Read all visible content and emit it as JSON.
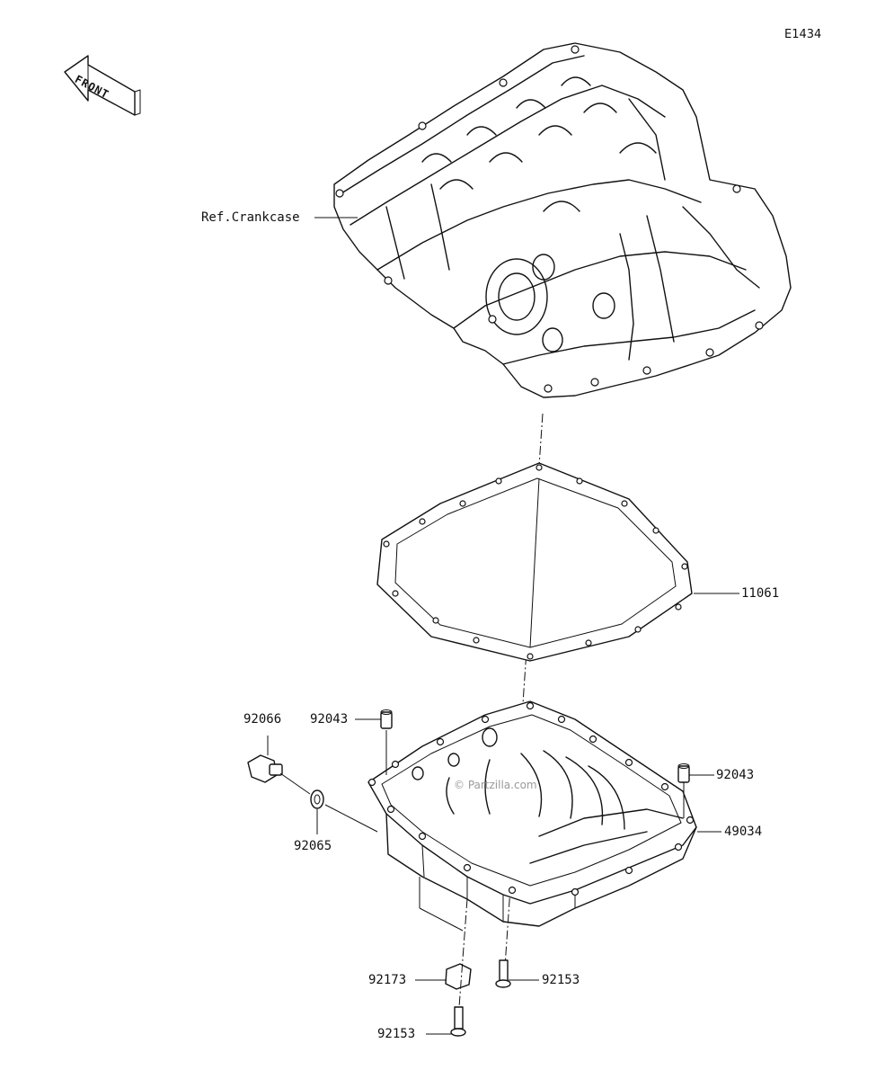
{
  "diagram_code": "E1434",
  "front_label": "FRONT",
  "watermark": "© Partzilla.com",
  "ref_label": "Ref.Crankcase",
  "parts": {
    "gasket": "11061",
    "pin_left": "92043",
    "pin_right": "92043",
    "drain_plug": "92066",
    "washer": "92065",
    "oil_pan": "49034",
    "clip": "92173",
    "bolt_right": "92153",
    "bolt_bottom": "92153"
  }
}
